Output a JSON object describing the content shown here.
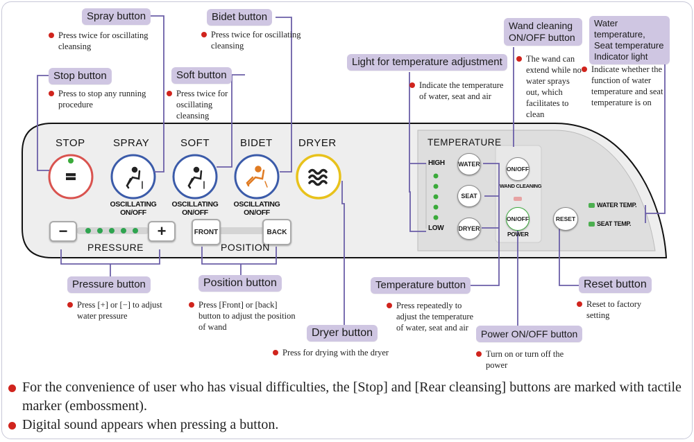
{
  "colors": {
    "callout_bg": "#cfc6e2",
    "bullet_red": "#d0241d",
    "led_green": "#3aaa3a",
    "stop_ring": "#d9534f",
    "blue_ring": "#3b5ba9",
    "dryer_ring": "#e8c21c",
    "bidet_icon": "#e07b22"
  },
  "panel": {
    "stop": "STOP",
    "spray": "SPRAY",
    "soft": "SOFT",
    "bidet": "BIDET",
    "dryer": "DRYER",
    "osc1": "OSCILLATING ON/OFF",
    "osc2": "OSCILLATING ON/OFF",
    "osc3": "OSCILLATING ON/OFF",
    "pressure_label": "PRESSURE",
    "minus": "−",
    "plus": "+",
    "position_label": "POSITION",
    "front": "FRONT",
    "back": "BACK",
    "temperature_label": "TEMPERATURE",
    "high": "HIGH",
    "low": "LOW",
    "water": "WATER",
    "seat": "SEAT",
    "dryer_small": "DRYER",
    "wand_onoff": "ON/OFF",
    "wand_cleaning": "WAND CLEANING",
    "power_onoff": "ON/OFF",
    "power": "POWER",
    "reset": "RESET",
    "water_temp": "WATER TEMP.",
    "seat_temp": "SEAT TEMP."
  },
  "callouts": {
    "spray": {
      "title": "Spray button",
      "note": "Press twice for oscillating cleansing"
    },
    "bidet": {
      "title": "Bidet button",
      "note": "Press twice for oscillating cleansing"
    },
    "stop": {
      "title": "Stop button",
      "note": "Press to stop any running procedure"
    },
    "soft": {
      "title": "Soft button",
      "note": "Press twice for oscillating cleansing"
    },
    "light": {
      "title": "Light for temperature adjustment",
      "note": "Indicate the temperature of water, seat and air"
    },
    "wand": {
      "title": "Wand cleaning ON/OFF button",
      "note": "The wand can extend while no water sprays out, which facilitates to clean"
    },
    "indicator": {
      "title": "Water temperature, Seat temperature Indicator light",
      "note": "Indicate whether the function of water temperature and seat temperature is on"
    },
    "pressure": {
      "title": "Pressure button",
      "note": "Press [+] or [−] to adjust water pressure"
    },
    "position": {
      "title": "Position button",
      "note": "Press [Front] or [back] button to adjust the position of wand"
    },
    "temperature": {
      "title": "Temperature button",
      "note": "Press repeatedly to adjust the temperature of water, seat and air"
    },
    "dryer": {
      "title": "Dryer button",
      "note": "Press for drying with the dryer"
    },
    "power": {
      "title": "Power ON/OFF button",
      "note": "Turn on or turn off the power"
    },
    "reset": {
      "title": "Reset button",
      "note": "Reset to factory setting"
    }
  },
  "footer": {
    "bullet1": "For the convenience of user who has visual difficulties, the [Stop] and [Rear cleansing] buttons are marked with tactile marker (embossment).",
    "bullet2": "Digital sound appears when pressing a button."
  }
}
